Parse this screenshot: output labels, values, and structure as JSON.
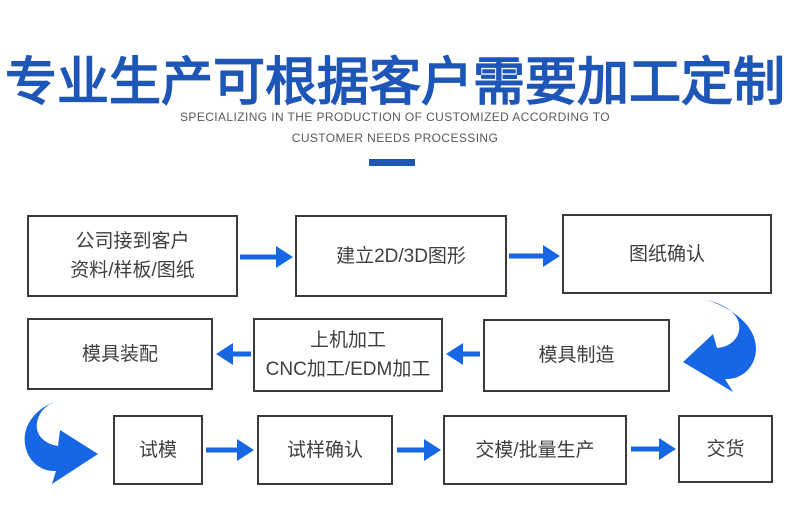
{
  "header": {
    "title": "专业生产可根据客户需要加工定制",
    "subtitle_line1": "SPECIALIZING IN THE PRODUCTION OF CUSTOMIZED ACCORDING TO",
    "subtitle_line2": "CUSTOMER NEEDS PROCESSING"
  },
  "colors": {
    "title_blue": "#1E56B7",
    "arrow_blue": "#1766E3",
    "box_border": "#3A3A3A",
    "box_text": "#3F3F3F",
    "subtitle_gray": "#595959",
    "background": "#FFFFFF"
  },
  "flow": {
    "steps": [
      {
        "id": "receive",
        "line1": "公司接到客户",
        "line2": "资料/样板/图纸"
      },
      {
        "id": "modeling",
        "line1": "建立2D/3D图形"
      },
      {
        "id": "drawing-confirm",
        "line1": "图纸确认"
      },
      {
        "id": "mold-assembly",
        "line1": "模具装配"
      },
      {
        "id": "machining",
        "line1": "上机加工",
        "line2": "CNC加工/EDM加工"
      },
      {
        "id": "mold-making",
        "line1": "模具制造"
      },
      {
        "id": "trial-mold",
        "line1": "试模"
      },
      {
        "id": "sample-confirm",
        "line1": "试样确认"
      },
      {
        "id": "delivery-production",
        "line1": "交模/批量生产"
      },
      {
        "id": "delivery",
        "line1": "交货"
      }
    ],
    "connectors": [
      "arrow-right",
      "arrow-right",
      "curved-arrow-down-left",
      "arrow-left",
      "arrow-left",
      "curved-arrow-down-right",
      "arrow-right",
      "arrow-right",
      "arrow-right"
    ]
  }
}
